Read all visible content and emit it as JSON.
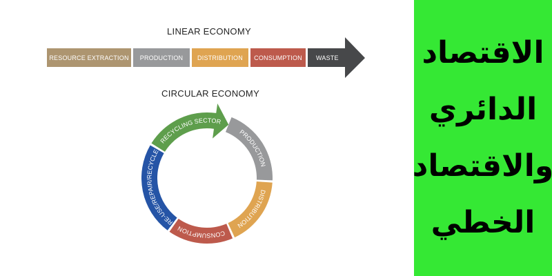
{
  "linear": {
    "title": "LINEAR ECONOMY",
    "stages": [
      {
        "label": "RESOURCE EXTRACTION",
        "color": "#ad9570"
      },
      {
        "label": "PRODUCTION",
        "color": "#98999b"
      },
      {
        "label": "DISTRIBUTION",
        "color": "#dfa451"
      },
      {
        "label": "CONSUMPTION",
        "color": "#bd5a4c"
      },
      {
        "label": "WASTE",
        "color": "#47484a"
      }
    ]
  },
  "circular": {
    "title": "CIRCULAR ECONOMY",
    "stages": [
      {
        "label": "PRODUCTION",
        "color": "#98999b"
      },
      {
        "label": "DISTRIBUTION",
        "color": "#dfa451"
      },
      {
        "label": "CONSUMPTION",
        "color": "#bd5a4c"
      },
      {
        "label": "RE-USE/REPAIR/RECYCLE",
        "color": "#2554a6"
      },
      {
        "label": "RECYCLING SECTOR",
        "color": "#5e9e4c"
      }
    ]
  },
  "panel": {
    "color": "#35e834",
    "lines": [
      "الاقتصاد",
      "الدائري",
      "والاقتصاد",
      "الخطي"
    ]
  }
}
